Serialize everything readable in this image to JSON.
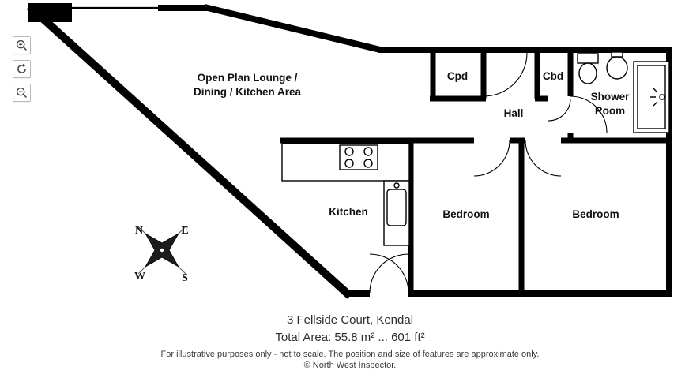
{
  "toolbar": {
    "buttons": [
      {
        "icon": "zoom-in-icon"
      },
      {
        "icon": "reset-zoom-icon"
      },
      {
        "icon": "zoom-out-icon"
      }
    ]
  },
  "rooms": {
    "lounge_line1": "Open Plan Lounge /",
    "lounge_line2": "Dining / Kitchen Area",
    "cpd": "Cpd",
    "cbd": "Cbd",
    "hall": "Hall",
    "shower_line1": "Shower",
    "shower_line2": "Room",
    "kitchen": "Kitchen",
    "bedroom_left": "Bedroom",
    "bedroom_right": "Bedroom"
  },
  "compass": {
    "north": "N",
    "east": "E",
    "south": "S",
    "west": "W"
  },
  "footer": {
    "address": "3 Fellside Court, Kendal",
    "total_area": "Total Area: 55.8 m² ... 601 ft²",
    "disclaimer": "For illustrative purposes only - not to scale. The position and size of features are approximate only.",
    "copyright": "© North West Inspector."
  },
  "colors": {
    "wall": "#000000",
    "background": "#ffffff",
    "text": "#2e2e2e"
  }
}
